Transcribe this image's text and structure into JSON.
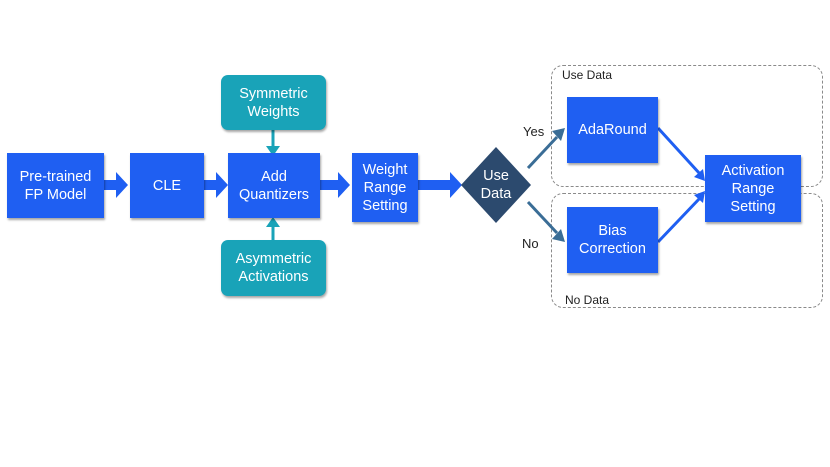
{
  "diagram": {
    "nodes": {
      "pretrained": "Pre-trained\nFP Model",
      "cle": "CLE",
      "add_quantizers": "Add\nQuantizers",
      "symmetric_weights": "Symmetric\nWeights",
      "asymmetric_activations": "Asymmetric\nActivations",
      "weight_range": "Weight\nRange\nSetting",
      "use_data_decision": "Use\nData",
      "adaround": "AdaRound",
      "bias_correction": "Bias\nCorrection",
      "activation_range": "Activation\nRange\nSetting"
    },
    "edge_labels": {
      "yes": "Yes",
      "no": "No"
    },
    "regions": {
      "use_data": "Use Data",
      "no_data": "No Data"
    },
    "colors": {
      "process_box": "#1f5ff2",
      "input_box": "#19a3b8",
      "decision": "#2c4a6e",
      "main_arrow": "#1f5ff2",
      "input_arrow": "#19a3b8",
      "branch_arrow": "#3a6d96"
    }
  }
}
